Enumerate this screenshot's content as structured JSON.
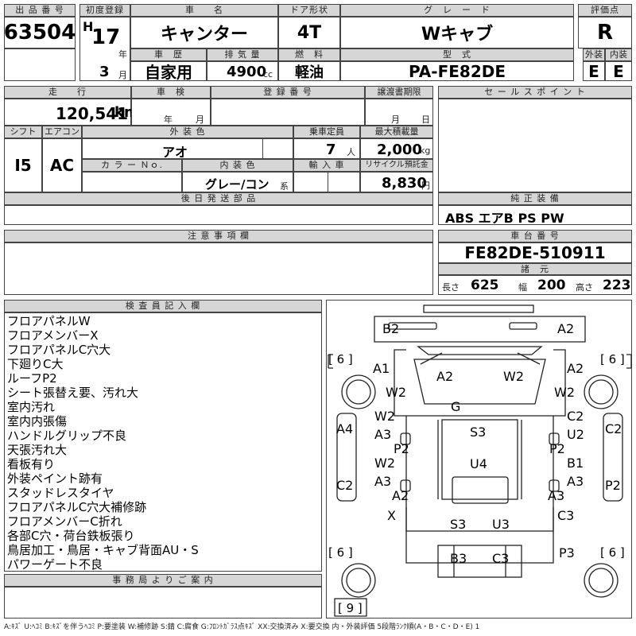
{
  "header_labels": {
    "lot_no": "出 品 番 号",
    "first_reg": "初度登録",
    "car_name": "車　　名",
    "door_type": "ドア形状",
    "grade": "グ　レ　ー　ド",
    "score": "評価点",
    "history": "車　歴",
    "displacement": "排 気 量",
    "fuel": "燃　料",
    "model_type": "型　式",
    "exterior": "外装",
    "interior": "内装"
  },
  "values": {
    "lot_no": "63504",
    "era": "H",
    "year": "17",
    "year_unit": "年",
    "month": "3",
    "month_unit": "月",
    "car_name": "キャンター",
    "door_type": "4T",
    "grade": "Wキャブ",
    "score": "R",
    "history": "自家用",
    "displacement": "4900",
    "displacement_unit": "cc",
    "fuel": "軽油",
    "model_type": "PA-FE82DE",
    "exterior": "E",
    "interior": "E"
  },
  "row2_labels": {
    "mileage": "走　　行",
    "inspection": "車　検",
    "reg_no": "登 録 番 号",
    "transfer": "譲渡書期限",
    "sales_point": "セ ー ル ス ポ イ ン ト",
    "shift": "シフト",
    "aircon": "エアコン",
    "ext_color": "外 装 色",
    "capacity": "乗車定員",
    "max_load": "最大積載量",
    "color_no": "カ ラ ー Ｎｏ.",
    "int_color": "内 装 色",
    "import": "輸 入 車",
    "recycle": "リサイクル預託金",
    "later_parts": "後 日 発 送 部 品",
    "genuine_equip": "純 正 装 備",
    "cautions": "注 意 事 項 欄",
    "chassis_no": "車 台 番 号",
    "specs": "諸　元",
    "inspector": "検 査 員 記 入 欄",
    "office": "事 務 局 よ り ご 案 内"
  },
  "row2_values": {
    "mileage": "120,541",
    "mileage_unit": "km",
    "insp_year_unit": "年",
    "insp_month_unit": "月",
    "transfer_month_unit": "月",
    "transfer_day_unit": "日",
    "shift": "I5",
    "aircon": "AC",
    "ext_color": "アオ",
    "capacity": "7",
    "capacity_unit": "人",
    "max_load": "2,000",
    "max_load_unit": "kg",
    "int_color": "グレー/コン",
    "int_color_unit": "系",
    "recycle": "8,830",
    "recycle_unit": "円",
    "genuine_equip": "ABS エアB PS PW",
    "chassis_no": "FE82DE-510911",
    "length_label": "長さ",
    "length": "625",
    "width_label": "幅",
    "width": "200",
    "height_label": "高さ",
    "height": "223"
  },
  "inspector_notes": [
    "フロアパネルW",
    "フロアメンバーX",
    "フロアパネルC穴大",
    "下廻りC大",
    "ルーフP2",
    "シート張替え要、汚れ大",
    "室内汚れ",
    "室内内張傷",
    "ハンドルグリップ不良",
    "天張汚れ大",
    "看板有り",
    "外装ペイント跡有",
    "スタッドレスタイヤ",
    "フロアパネルC穴大補修跡",
    "フロアメンバーC折れ",
    "各部C穴・荷台鉄板張り",
    "鳥居加工・鳥居・キャブ背面AU・S",
    "パワーゲート不良"
  ],
  "diagram_labels": {
    "b2": "B2",
    "a2_top": "A2",
    "tire_fl": "[ 6 ]",
    "tire_fr": "[ 6 ]",
    "a1": "A1",
    "a2_cab": "A2",
    "w2_cab": "W2",
    "a2_r": "A2",
    "w2_l": "W2",
    "w2_r": "W2",
    "g": "G",
    "w2_ld": "W2",
    "c2_rd": "C2",
    "a4": "A4",
    "a3_l1": "A3",
    "s3_mid": "S3",
    "u2": "U2",
    "c2_rside": "C2",
    "p2_l": "P2",
    "p2_r": "P2",
    "w2_l2": "W2",
    "u4": "U4",
    "b1": "B1",
    "a3_l2": "A3",
    "a3_r2": "A3",
    "c2_lside": "C2",
    "p2_rside": "P2",
    "a2_bl": "A2",
    "a3_br": "A3",
    "x": "X",
    "c3_r": "C3",
    "s3_low": "S3",
    "u3": "U3",
    "tire_rl": "[ 6 ]",
    "p3": "P3",
    "tire_rr": "[ 6 ]",
    "b3": "B3",
    "c3_b": "C3",
    "spare": "[ 9 ]"
  },
  "legend": "A:ｷｽﾞ U:ﾍｺﾐ B:ｷｽﾞを伴うﾍｺﾐ P:要塗装 W:補修跡 S:錆 C:腐食 G:ﾌﾛﾝﾄｶﾞﾗｽ点ｷｽﾞ XX:交換済み X:要交換 内・外装評価 5段階ﾗﾝｸ順(A・B・C・D・E) 1"
}
